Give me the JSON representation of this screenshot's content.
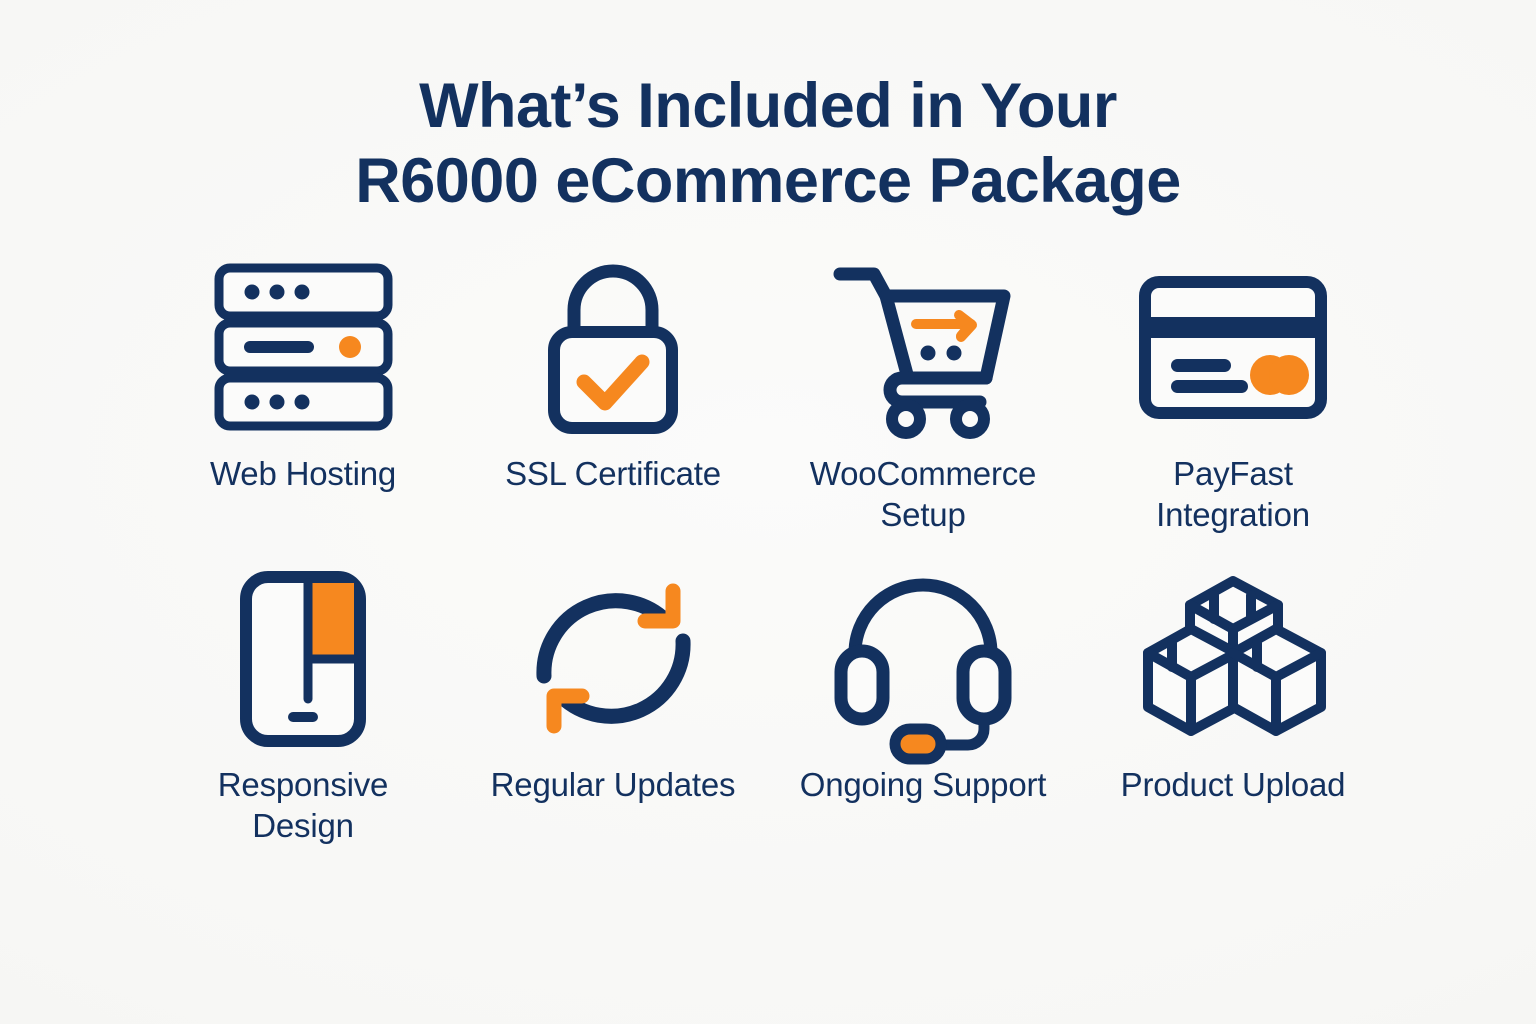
{
  "colors": {
    "background": "#f7f7f5",
    "navy": "#13315f",
    "orange": "#f6881f",
    "card_white": "#fbfbfa"
  },
  "heading": {
    "line1": "What’s Included in Your",
    "line2": "R6000 eCommerce Package"
  },
  "features": [
    {
      "icon": "server-icon",
      "label": "Web Hosting"
    },
    {
      "icon": "lock-check-icon",
      "label": "SSL Certificate"
    },
    {
      "icon": "shopping-cart-icon",
      "label": "WooCommerce Setup"
    },
    {
      "icon": "credit-card-icon",
      "label": "PayFast Integration"
    },
    {
      "icon": "mobile-device-icon",
      "label": "Responsive Design"
    },
    {
      "icon": "refresh-arrows-icon",
      "label": "Regular Updates"
    },
    {
      "icon": "headset-icon",
      "label": "Ongoing Support"
    },
    {
      "icon": "stacked-boxes-icon",
      "label": "Product Upload"
    }
  ]
}
